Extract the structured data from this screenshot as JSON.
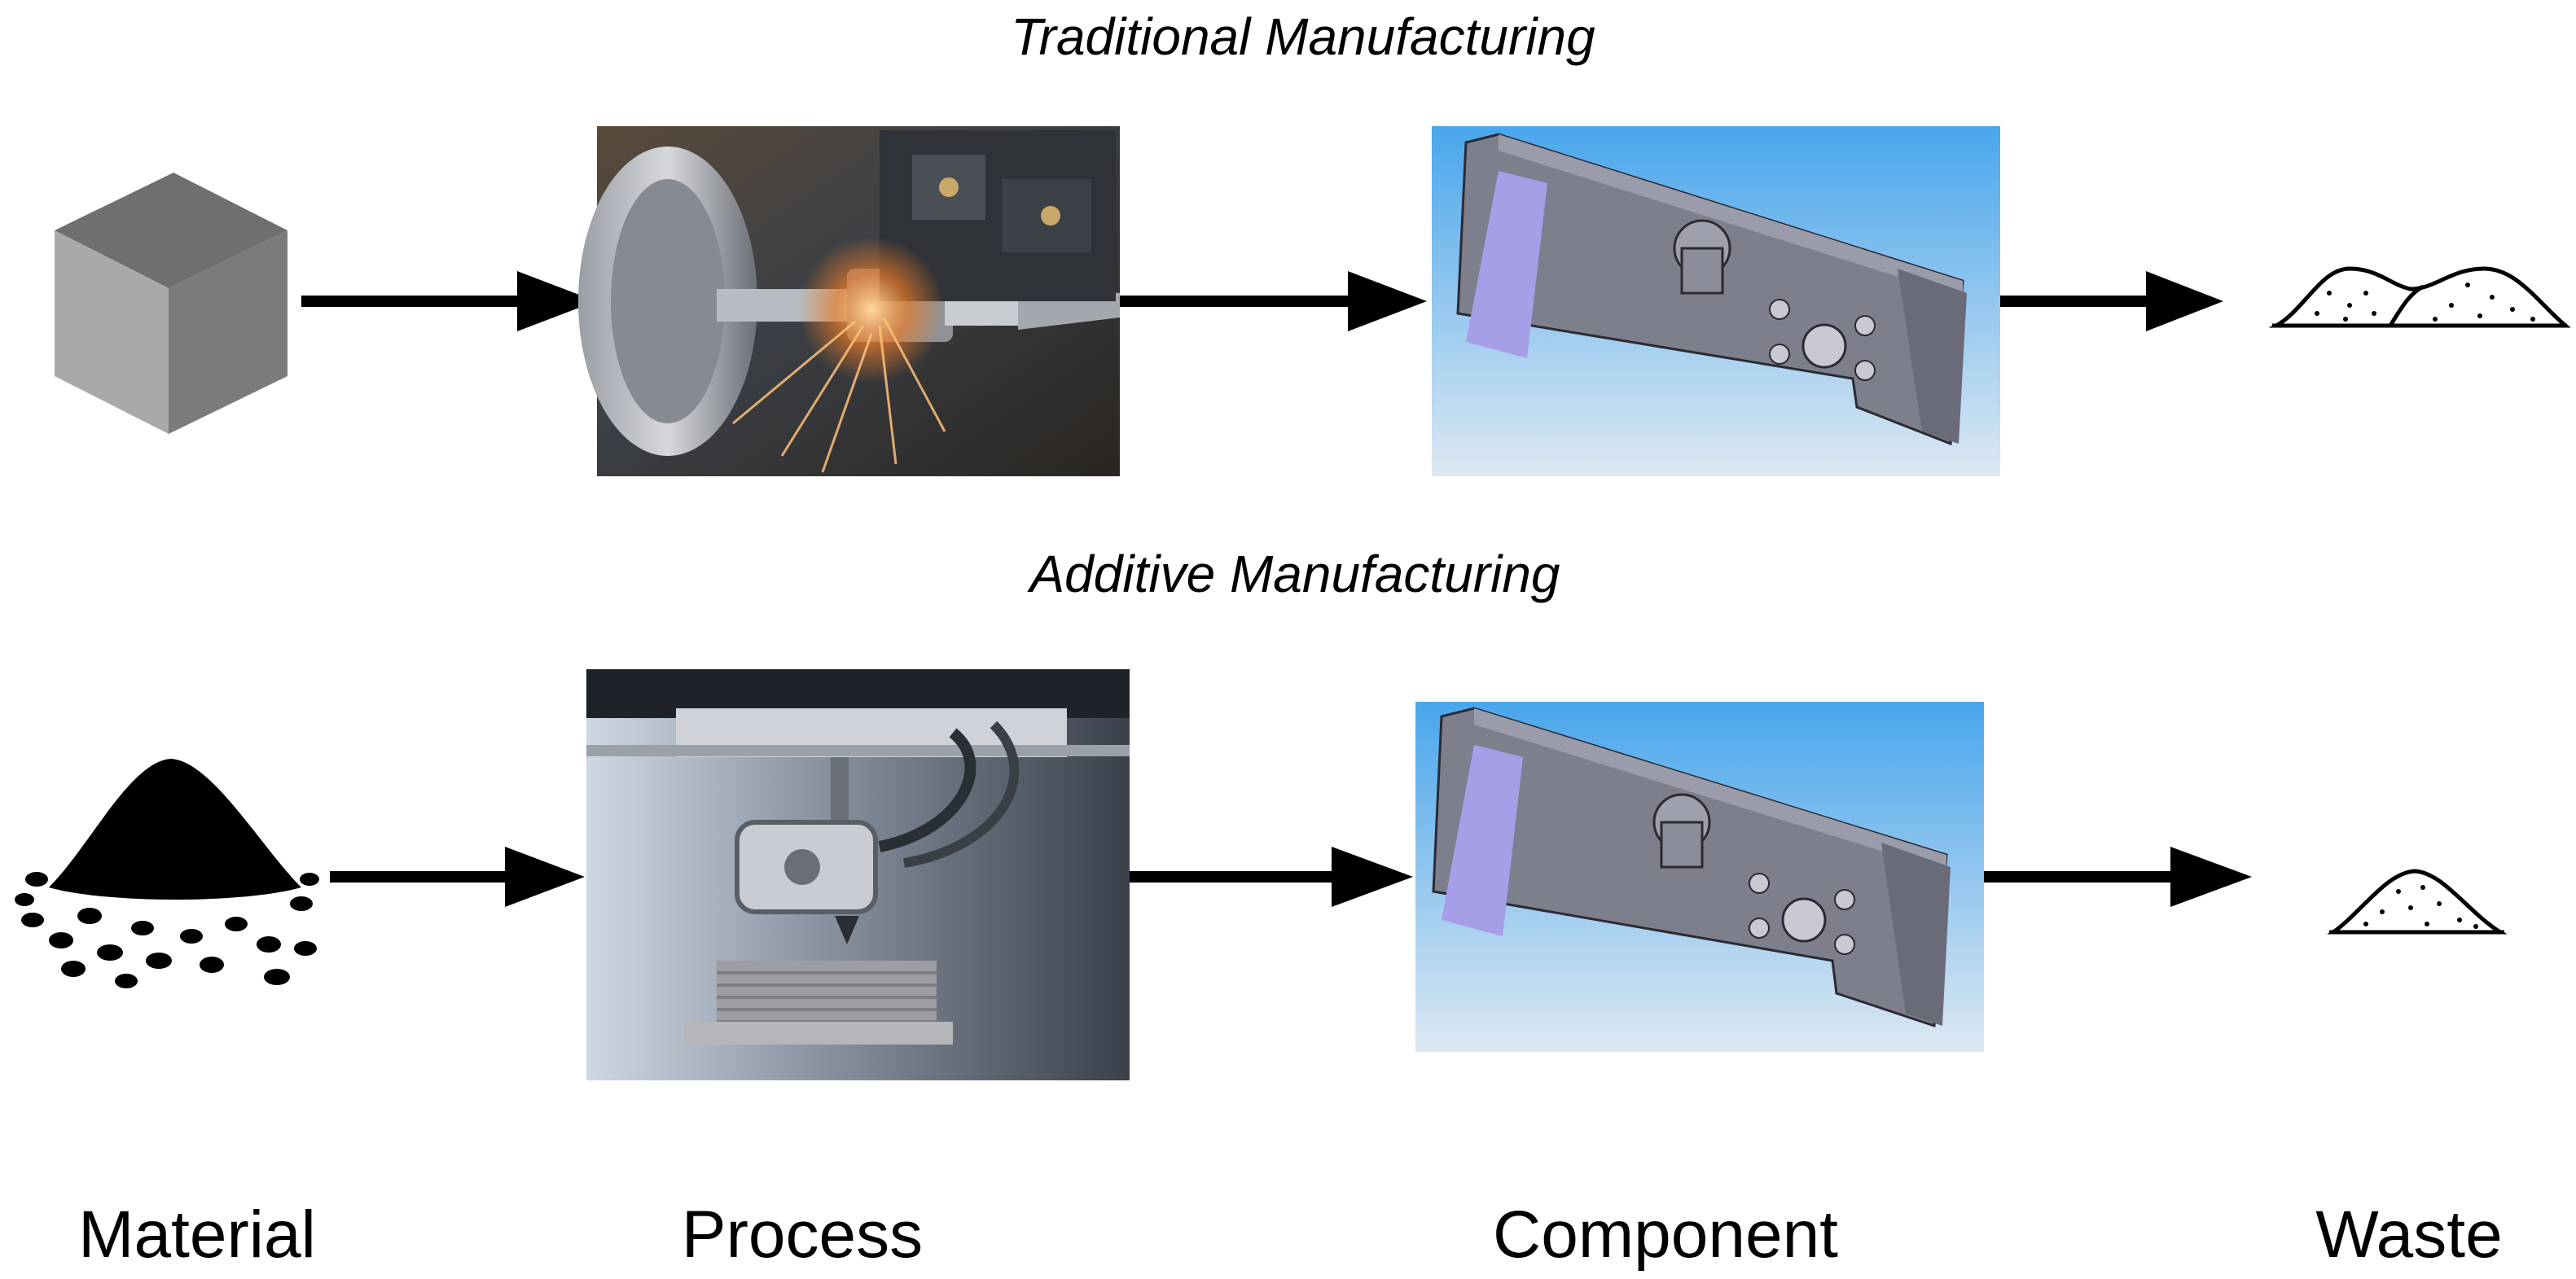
{
  "rows": [
    {
      "title": "Traditional Manufacturing",
      "material_icon": "cube-icon",
      "process_image": "lathe-machining-photo",
      "component_image": "machined-part-cad-render",
      "waste_icon": "large-waste-pile-icon"
    },
    {
      "title": "Additive Manufacturing",
      "material_icon": "powder-heap-icon",
      "process_image": "3d-printer-nozzle-photo",
      "component_image": "printed-part-cad-render",
      "waste_icon": "small-waste-pile-icon"
    }
  ],
  "columns": [
    "Material",
    "Process",
    "Component",
    "Waste"
  ],
  "colors": {
    "arrow": "#000000",
    "cad_sky_top": "#49a6ec",
    "cad_sky_bottom": "#dde8f2",
    "part_grey": "#7d7f8c",
    "part_highlight": "#a79ee8"
  }
}
